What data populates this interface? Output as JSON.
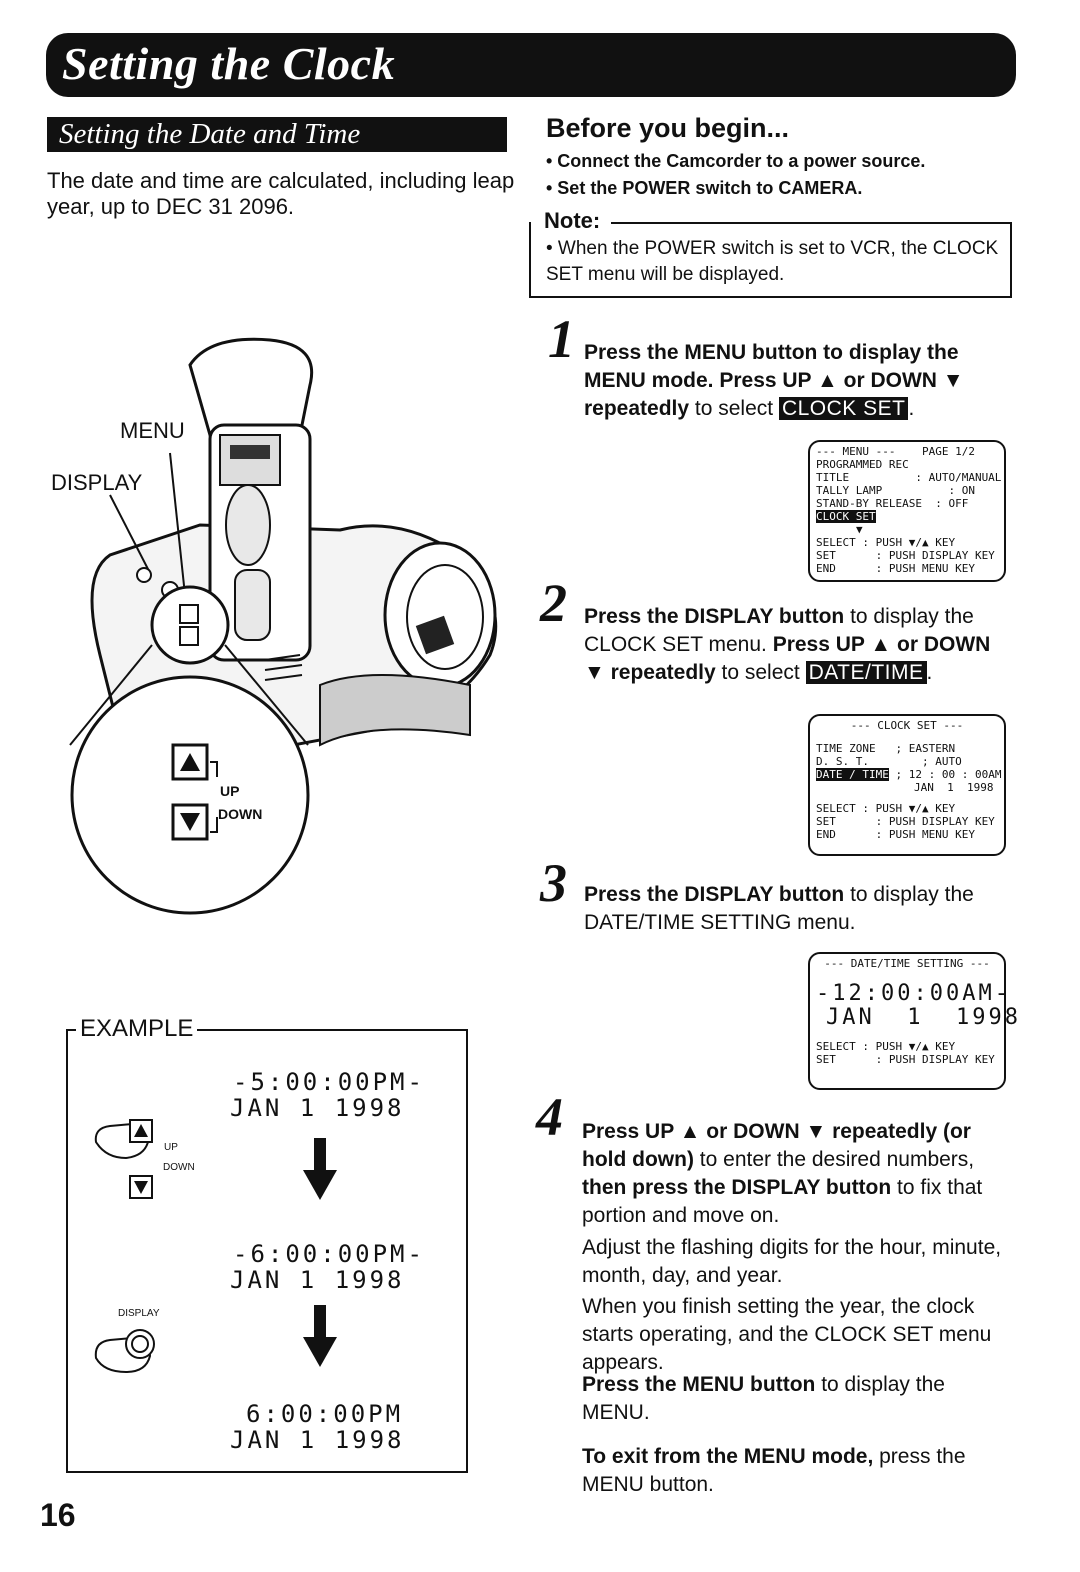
{
  "header": {
    "title": "Setting the Clock"
  },
  "section": {
    "title": "Setting the Date and Time",
    "intro": "The date and time are calculated, including leap year, up to DEC 31 2096."
  },
  "before": {
    "title": "Before you begin...",
    "bullets": [
      "• Connect the Camcorder to a power source.",
      "• Set the POWER switch to CAMERA."
    ]
  },
  "note": {
    "label": "Note:",
    "text": "• When the POWER switch is set to VCR, the CLOCK SET menu will be displayed."
  },
  "illustration": {
    "labels": {
      "menu": "MENU",
      "display": "DISPLAY",
      "up": "UP",
      "down": "DOWN"
    }
  },
  "steps": [
    {
      "num": "1",
      "bold1": "Press the MENU button to display the MENU mode. Press UP ▲ or DOWN ▼ repeatedly",
      "text1": " to select ",
      "highlight": "CLOCK SET",
      "end": "."
    },
    {
      "num": "2",
      "bold1": "Press the DISPLAY button",
      "text1": " to display the CLOCK SET menu. ",
      "bold2": "Press UP ▲ or DOWN ▼ repeatedly",
      "text2": " to select ",
      "highlight": "DATE/TIME",
      "end": "."
    },
    {
      "num": "3",
      "bold1": "Press the DISPLAY button",
      "text1": " to display the DATE/TIME SETTING menu."
    },
    {
      "num": "4",
      "bold1": "Press UP ▲ or DOWN ▼ repeatedly (or hold down)",
      "text1": " to enter the desired numbers, ",
      "bold2": "then press the DISPLAY button",
      "text2": " to fix that portion and move on.",
      "para2": "Adjust the flashing digits for the hour, minute, month, day, and year.",
      "para3": "When you finish setting the year, the clock starts operating, and the CLOCK SET menu appears.",
      "para4_bold": "Press the MENU button",
      "para4_text": " to display the MENU.",
      "para5_bold": "To exit from the MENU mode,",
      "para5_text": " press the MENU button."
    }
  ],
  "screens": {
    "menu": {
      "rows": [
        "--- MENU ---    PAGE 1/2",
        "PROGRAMMED REC",
        "TITLE          : AUTO/MANUAL",
        "TALLY LAMP          : ON",
        "STAND-BY RELEASE  : OFF"
      ],
      "selected": "CLOCK SET",
      "arrow": "▼",
      "footer": [
        "SELECT : PUSH ▼/▲ KEY",
        "SET      : PUSH DISPLAY KEY",
        "END      : PUSH MENU KEY"
      ]
    },
    "clockset": {
      "title": "--- CLOCK SET ---",
      "rows": [
        "TIME ZONE   ; EASTERN",
        "D. S. T.        ; AUTO"
      ],
      "selected": "DATE / TIME",
      "selected_value": " ; 12 : 00 : 00AM",
      "date": "JAN  1  1998",
      "footer": [
        "SELECT : PUSH ▼/▲ KEY",
        "SET      : PUSH DISPLAY KEY",
        "END      : PUSH MENU KEY"
      ]
    },
    "datetime": {
      "title": "--- DATE/TIME SETTING ---",
      "time": "-12:00:00AM-",
      "date": "JAN  1  1998",
      "footer": [
        "SELECT : PUSH ▼/▲ KEY",
        "SET      : PUSH DISPLAY KEY"
      ]
    }
  },
  "example": {
    "label": "EXAMPLE",
    "up": "UP",
    "down": "DOWN",
    "display": "DISPLAY",
    "frames": [
      {
        "time": "-5:00:00PM-",
        "date": "JAN  1  1998"
      },
      {
        "time": "-6:00:00PM-",
        "date": "JAN  1  1998"
      },
      {
        "time": "6:00:00PM",
        "date": "JAN  1  1998"
      }
    ]
  },
  "page_number": "16"
}
